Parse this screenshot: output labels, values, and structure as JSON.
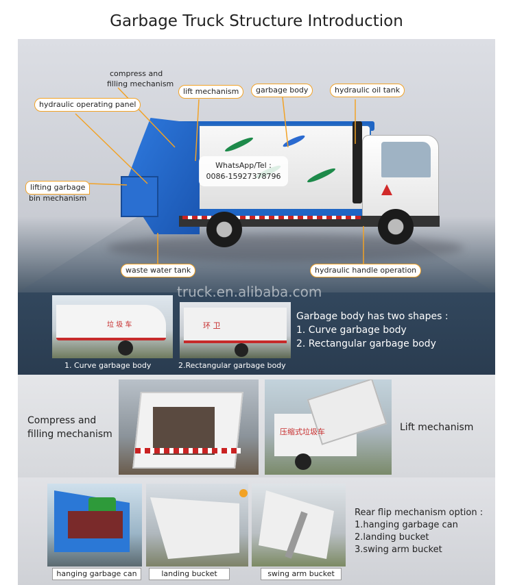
{
  "title": "Garbage Truck Structure Introduction",
  "labels": {
    "compress_line1": "compress and",
    "compress_line2": "filling mechanism",
    "hydraulic_panel": "hydraulic operating panel",
    "lift_mechanism": "lift mechanism",
    "garbage_body": "garbage body",
    "hydraulic_oil_tank": "hydraulic oil tank",
    "lifting_line1": "lifting garbage",
    "lifting_line2": "bin mechanism",
    "waste_water_tank": "waste water tank",
    "hydraulic_handle": "hydraulic handle operation"
  },
  "contact": {
    "line1": "WhatsApp/Tel :",
    "line2": "0086-15927378796"
  },
  "section2": {
    "watermark": "truck.en.alibaba.com",
    "caption1": "1. Curve garbage body",
    "caption2": "2.Rectangular garbage body",
    "heading": "Garbage body has two shapes :",
    "item1": "1. Curve garbage body",
    "item2": "2. Rectangular garbage body",
    "photo1_text": "垃 圾 车",
    "photo2_text": "环 卫"
  },
  "section3": {
    "left_line1": "Compress and",
    "left_line2": "filling mechanism",
    "right_label": "Lift mechanism",
    "photo_text": "压缩式垃圾车"
  },
  "section4": {
    "heading": "Rear flip mechanism option :",
    "item1": "1.hanging garbage can",
    "item2": "2.landing bucket",
    "item3": "3.swing arm bucket",
    "caption1": "hanging garbage can",
    "caption2": "landing bucket",
    "caption3": "swing arm bucket"
  },
  "colors": {
    "label_border": "#f2a225",
    "truck_blue": "#1f65c4",
    "dark_panel": "#32475d"
  }
}
